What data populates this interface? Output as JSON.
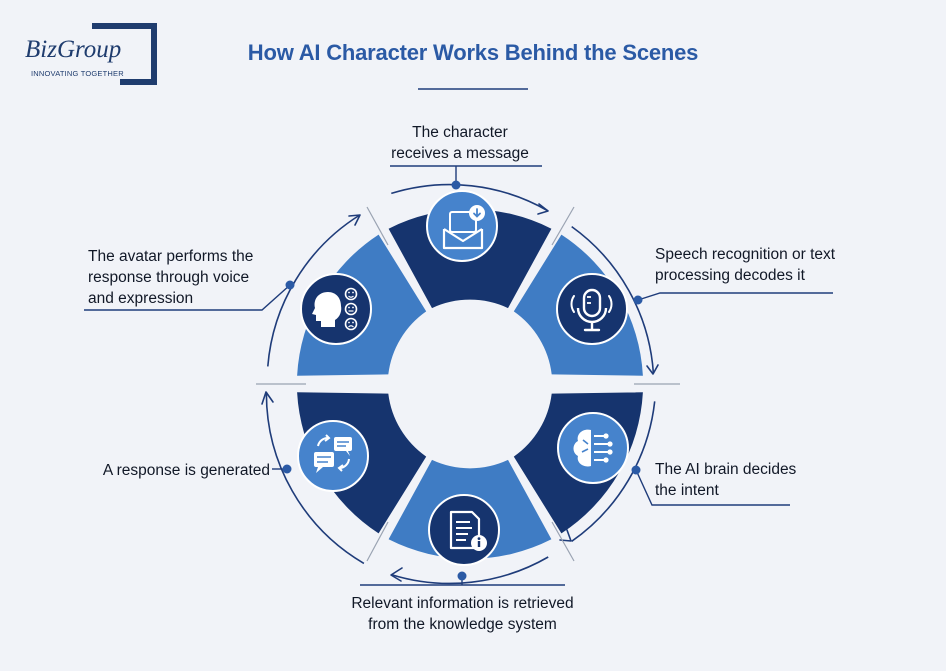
{
  "logo": {
    "name": "BizGroup",
    "tagline": "INNOVATING TOGETHER"
  },
  "title": "How AI Character Works Behind the Scenes",
  "steps": [
    {
      "label_line1": "The character",
      "label_line2": "receives a message",
      "icon": "mail-download-icon"
    },
    {
      "label_line1": "Speech recognition or text",
      "label_line2": "processing decodes it",
      "icon": "microphone-icon"
    },
    {
      "label_line1": "The AI brain decides",
      "label_line2": "the intent",
      "icon": "ai-brain-icon"
    },
    {
      "label_line1": "Relevant information is retrieved",
      "label_line2": "from the knowledge system",
      "icon": "document-info-icon"
    },
    {
      "label_line1": "A response is generated",
      "label_line2": "",
      "icon": "chat-exchange-icon"
    },
    {
      "label_line1": "The avatar performs the",
      "label_line2": "response through voice",
      "label_line3": "and expression",
      "icon": "avatar-emotions-icon"
    }
  ],
  "colors": {
    "dark": "#16346e",
    "light": "#3f7cc4",
    "accent": "#2b5aa5",
    "line": "#1f3c7a",
    "background": "#f1f3f8"
  }
}
